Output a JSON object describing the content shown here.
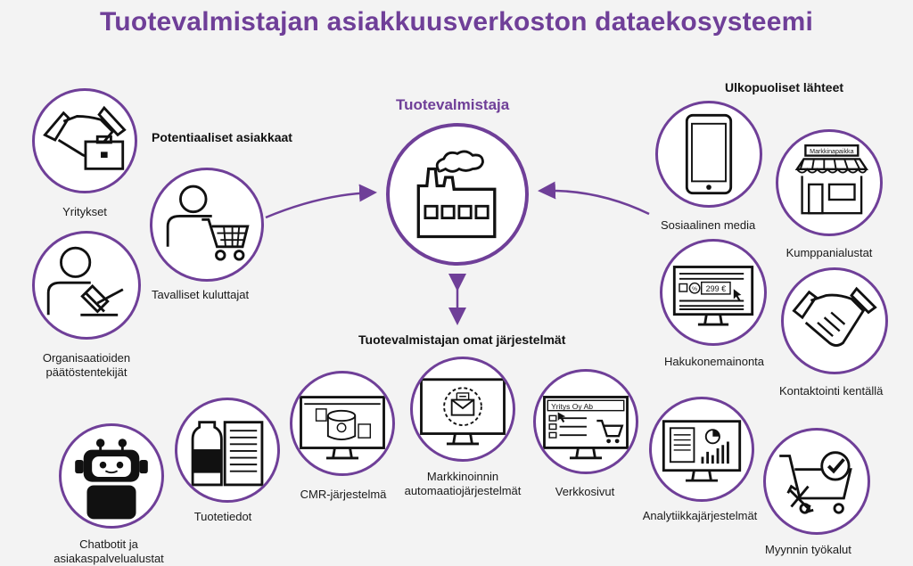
{
  "title": "Tuotevalmistajan asiakkuusverkoston dataekosysteemi",
  "center_label": "Tuotevalmistaja",
  "groups": {
    "potential": "Potentiaaliset asiakkaat",
    "external": "Ulkopuoliset lähteet",
    "own": "Tuotevalmistajan omat järjestelmät"
  },
  "nodes": {
    "companies": "Yritykset",
    "consumers": "Tavalliset kuluttajat",
    "organisations": "Organisaatioiden\npäätöstentekijät",
    "social": "Sosiaalinen media",
    "partners": "Kumppanialustat",
    "search_ads": "Hakukonemainonta",
    "field_contact": "Kontaktointi kentällä",
    "sales_tools": "Myynnin työkalut",
    "analytics": "Analytiikkajärjestelmät",
    "website": "Verkkosivut",
    "marketing_automation": "Markkinoinnin\nautomaatiojärjestelmät",
    "cmr": "CMR-järjestelmä",
    "product_info": "Tuotetiedot",
    "chatbots": "Chatbotit ja\nasiakaspalvelualustat"
  },
  "icon_texts": {
    "price": "299 €",
    "shop_sign": "Markkinapaikka",
    "company_name": "Yritys Oy Ab",
    "percent": "%"
  },
  "colors": {
    "accent": "#6f3f98",
    "background": "#f3f3f3",
    "ink": "#111111"
  }
}
